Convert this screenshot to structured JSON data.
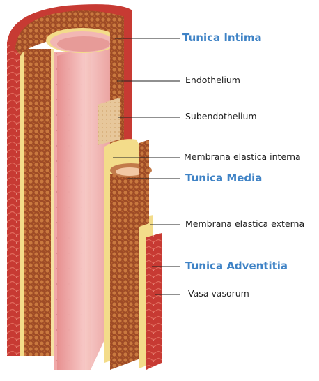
{
  "colors": {
    "major_label": "#3f83c6",
    "minor_label": "#1f1f1f",
    "adventitia": "#c73a33",
    "media": "#a8542c",
    "intima": "#f0a8a8",
    "elastica": "#f3dc8a"
  },
  "labels": {
    "tunica_intima": "Tunica Intima",
    "endothelium": "Endothelium",
    "subendothelium": "Subendothelium",
    "membrana_elastica_interna": "Membrana elastica interna",
    "tunica_media": "Tunica Media",
    "membrana_elastica_externa": "Membrana elastica externa",
    "tunica_adventitia": "Tunica Adventitia",
    "vasa_vasorum": "Vasa vasorum"
  }
}
